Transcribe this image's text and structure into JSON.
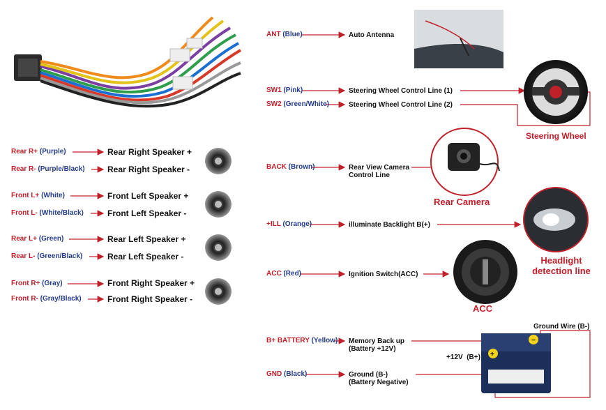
{
  "left": {
    "rows": [
      {
        "wire": "Rear R+",
        "color": "(Purple)",
        "label": "Rear Right Speaker +"
      },
      {
        "wire": "Rear R-",
        "color": "(Purple/Black)",
        "label": "Rear Right Speaker -"
      },
      {
        "wire": "Front L+",
        "color": "(White)",
        "label": "Front Left Speaker +"
      },
      {
        "wire": "Front L-",
        "color": "(White/Black)",
        "label": "Front Left Speaker -"
      },
      {
        "wire": "Rear L+",
        "color": "(Green)",
        "label": "Rear Left Speaker +"
      },
      {
        "wire": "Rear L-",
        "color": "(Green/Black)",
        "label": "Rear Left Speaker -"
      },
      {
        "wire": "Front R+",
        "color": "(Gray)",
        "label": "Front Right Speaker +"
      },
      {
        "wire": "Front R-",
        "color": "(Gray/Black)",
        "label": "Front Right Speaker -"
      }
    ]
  },
  "right": {
    "ant": {
      "wire": "ANT",
      "color": "(Blue)",
      "label": "Auto Antenna"
    },
    "sw1": {
      "wire": "SW1",
      "color": "(Pink)",
      "label": "Steering Wheel Control Line (1)"
    },
    "sw2": {
      "wire": "SW2",
      "color": "(Green/White)",
      "label": "Steering Wheel Control Line (2)"
    },
    "steering_caption": "Steering Wheel",
    "back": {
      "wire": "BACK",
      "color": "(Brown)",
      "label1": "Rear View Camera",
      "label2": "Control Line"
    },
    "camera_caption": "Rear Camera",
    "ill": {
      "wire": "+ILL",
      "color": "(Orange)",
      "label": "illuminate Backlight B(+)"
    },
    "headlight_caption1": "Headlight",
    "headlight_caption2": "detection line",
    "acc": {
      "wire": "ACC",
      "color": "(Red)",
      "label": "Ignition Switch(ACC)"
    },
    "acc_caption": "ACC",
    "bplus": {
      "wire": "B+ BATTERY",
      "color": "(Yellow)",
      "label1": "Memory Back up",
      "label2": "(Battery +12V)"
    },
    "gnd": {
      "wire": "GND",
      "color": "(Black)",
      "label1": "Ground (B-)",
      "label2": "(Battery Negative)"
    },
    "ground_wire": "Ground Wire (B-)",
    "plus12": "+12V  (B+)"
  },
  "colors": {
    "accent_red": "#c0202a",
    "wire_color_blue": "#243c8a"
  }
}
